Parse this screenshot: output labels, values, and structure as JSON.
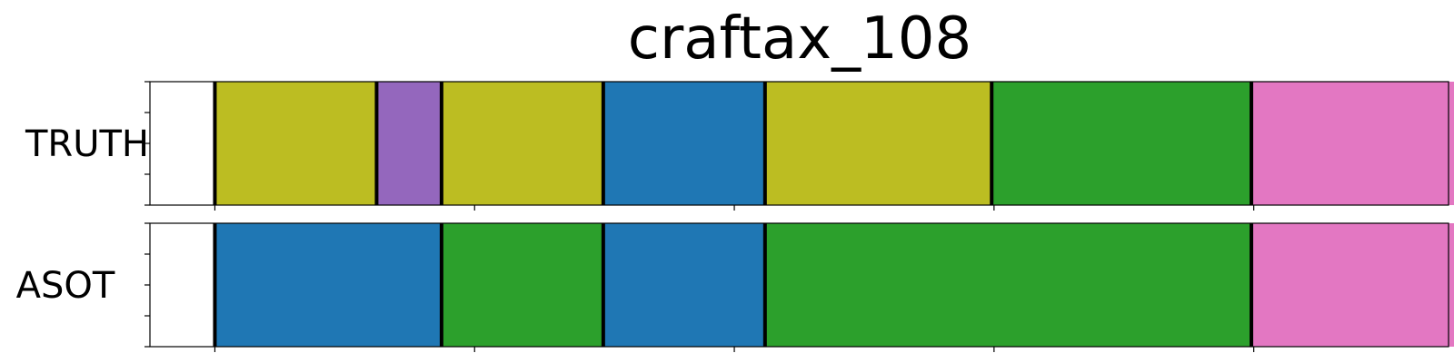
{
  "chart_data": {
    "type": "segmentation",
    "title": "craftax_108",
    "x_range": [
      0,
      1100
    ],
    "x_ticks": [
      55,
      275,
      495,
      715,
      935,
      1155
    ],
    "tick_labels_visible": false,
    "rows": [
      {
        "label": "TRUTH",
        "segments": [
          {
            "start": 55,
            "end": 192,
            "color": "#bcbd22"
          },
          {
            "start": 192,
            "end": 247,
            "color": "#9467bd"
          },
          {
            "start": 247,
            "end": 384,
            "color": "#bcbd22"
          },
          {
            "start": 384,
            "end": 521,
            "color": "#1f77b4"
          },
          {
            "start": 521,
            "end": 713,
            "color": "#bcbd22"
          },
          {
            "start": 713,
            "end": 933,
            "color": "#2ca02c"
          },
          {
            "start": 933,
            "end": 1150,
            "color": "#e377c2"
          }
        ]
      },
      {
        "label": "ASOT",
        "segments": [
          {
            "start": 55,
            "end": 247,
            "color": "#1f77b4"
          },
          {
            "start": 247,
            "end": 384,
            "color": "#2ca02c"
          },
          {
            "start": 384,
            "end": 521,
            "color": "#1f77b4"
          },
          {
            "start": 521,
            "end": 933,
            "color": "#2ca02c"
          },
          {
            "start": 933,
            "end": 1150,
            "color": "#e377c2"
          }
        ]
      }
    ]
  }
}
